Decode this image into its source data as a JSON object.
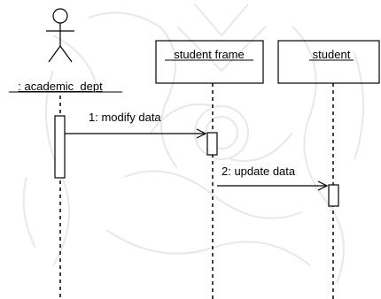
{
  "actor": {
    "name": ": academic_dept"
  },
  "objects": [
    {
      "id": "frame",
      "name": "student frame"
    },
    {
      "id": "student",
      "name": "student"
    }
  ],
  "messages": [
    {
      "label": "1: modify data",
      "from": "actor",
      "to": "frame"
    },
    {
      "label": "2: update data",
      "from": "frame",
      "to": "student"
    }
  ],
  "colors": {
    "line": "#000000",
    "background": "#ffffff",
    "watermark": "#ececec"
  },
  "watermark": {
    "kind": "university seal"
  }
}
